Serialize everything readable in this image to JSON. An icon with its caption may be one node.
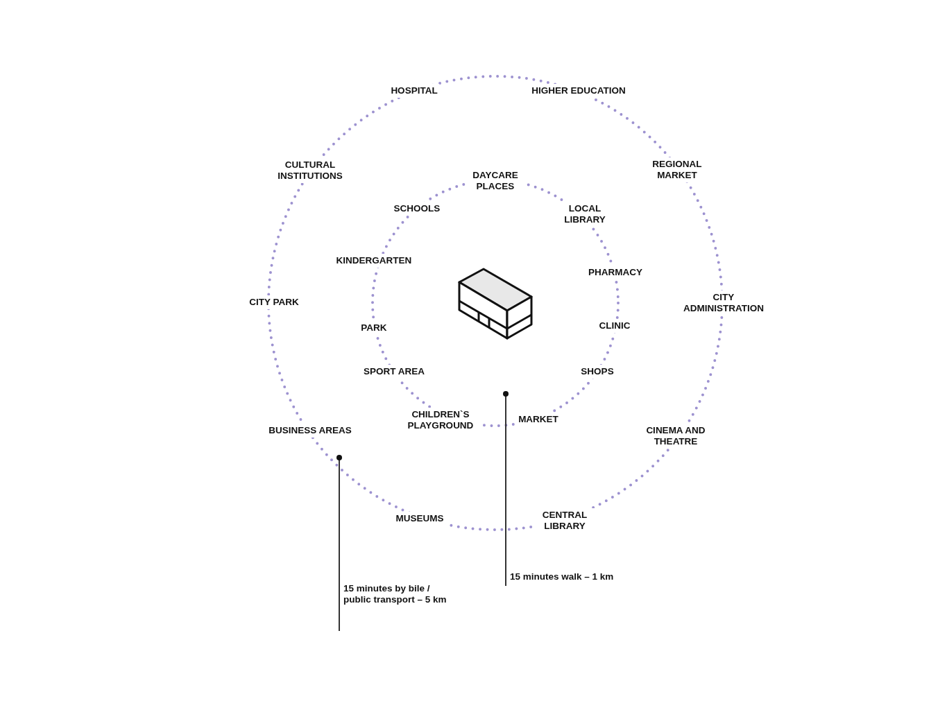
{
  "diagram": {
    "nodes": [
      {
        "text": [
          "15 minutes walk – 1 km"
        ]
      },
      {
        "text": [
          "15 minutes by bile / public transport – 5 km"
        ]
      }
    ],
    "edges": [
      {
        "from": 0,
        "to": null,
        "arrow": "other"
      },
      {
        "from": 1,
        "to": null,
        "arrow": "other"
      }
    ],
    "labels": [
      "HOSPITAL",
      "HIGHER EDUCATION",
      "CULTURAL INSTITUTIONS",
      "REGIONAL MARKET",
      "DAYCARE PLACES",
      "SCHOOLS",
      "LOCAL LIBRARY",
      "KINDERGARTEN",
      "PHARMACY",
      "CITY PARK",
      "CITY ADMINISTRATION",
      "PARK",
      "CLINIC",
      "SPORT AREA",
      "SHOPS",
      "MARKET",
      "CHILDREN`S PLAYGROUND",
      "BUSINESS AREAS",
      "CINEMA AND THEATRE",
      "MUSEUMS",
      "CENTRAL LIBRARY"
    ]
  }
}
